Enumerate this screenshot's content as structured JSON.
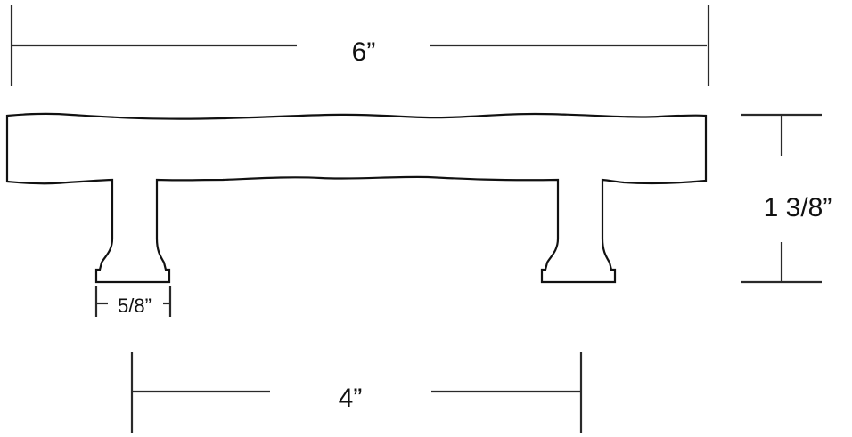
{
  "diagram": {
    "subject": "T-bar cabinet pull handle dimensional drawing",
    "colors": {
      "stroke": "#111111",
      "dimension_line": "#2a2a2a",
      "background": "#ffffff"
    },
    "dimensions": {
      "overall_length": {
        "label": "6”"
      },
      "height": {
        "label": "1 3/8”"
      },
      "foot_width": {
        "label": "5/8”"
      },
      "center_to_center": {
        "label": "4”"
      }
    }
  }
}
